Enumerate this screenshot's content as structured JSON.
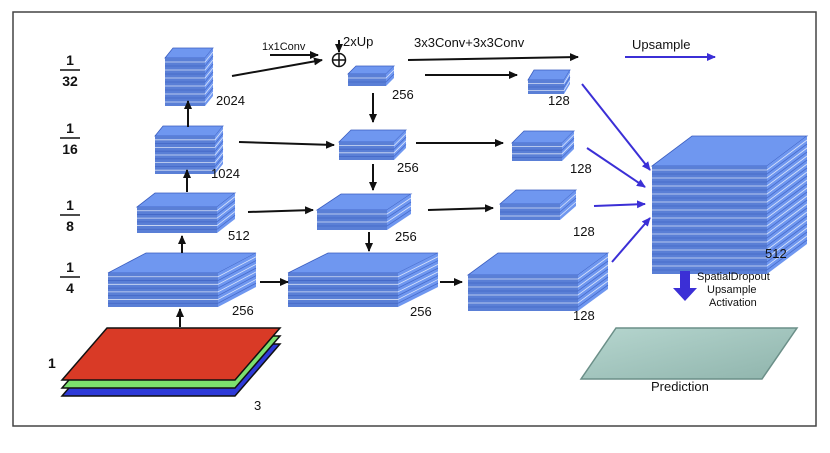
{
  "diagram": {
    "scales": [
      {
        "num": "1",
        "den": "32"
      },
      {
        "num": "1",
        "den": "16"
      },
      {
        "num": "1",
        "den": "8"
      },
      {
        "num": "1",
        "den": "4"
      }
    ],
    "input_scale": "1",
    "input_channels": "3",
    "encoder_channels": [
      "2024",
      "1024",
      "512",
      "256"
    ],
    "middle_channels": [
      "256",
      "256",
      "256",
      "256"
    ],
    "right_channels": [
      "128",
      "128",
      "128",
      "128"
    ],
    "output_channels": "512",
    "labels": {
      "conv1x1": "1x1Conv",
      "up2x": "2xUp",
      "conv3x3": "3x3Conv+3x3Conv",
      "upsample": "Upsample",
      "head_line1": "SpatialDropout",
      "head_line2": "Upsample",
      "head_line3": "Activation",
      "prediction": "Prediction"
    },
    "colors": {
      "feature_top": "#6f97f0",
      "feature_side": "#5a7fd6",
      "feature_lines": "#3b5ec0",
      "input_red": "#d93a26",
      "input_green": "#7ce06e",
      "input_blue": "#2e3ad8",
      "upsample_arrow": "#3b2fd6",
      "prediction_fill": "#9fc5bd",
      "prediction_stroke": "#6b8f88",
      "black_arrow": "#111111"
    }
  }
}
